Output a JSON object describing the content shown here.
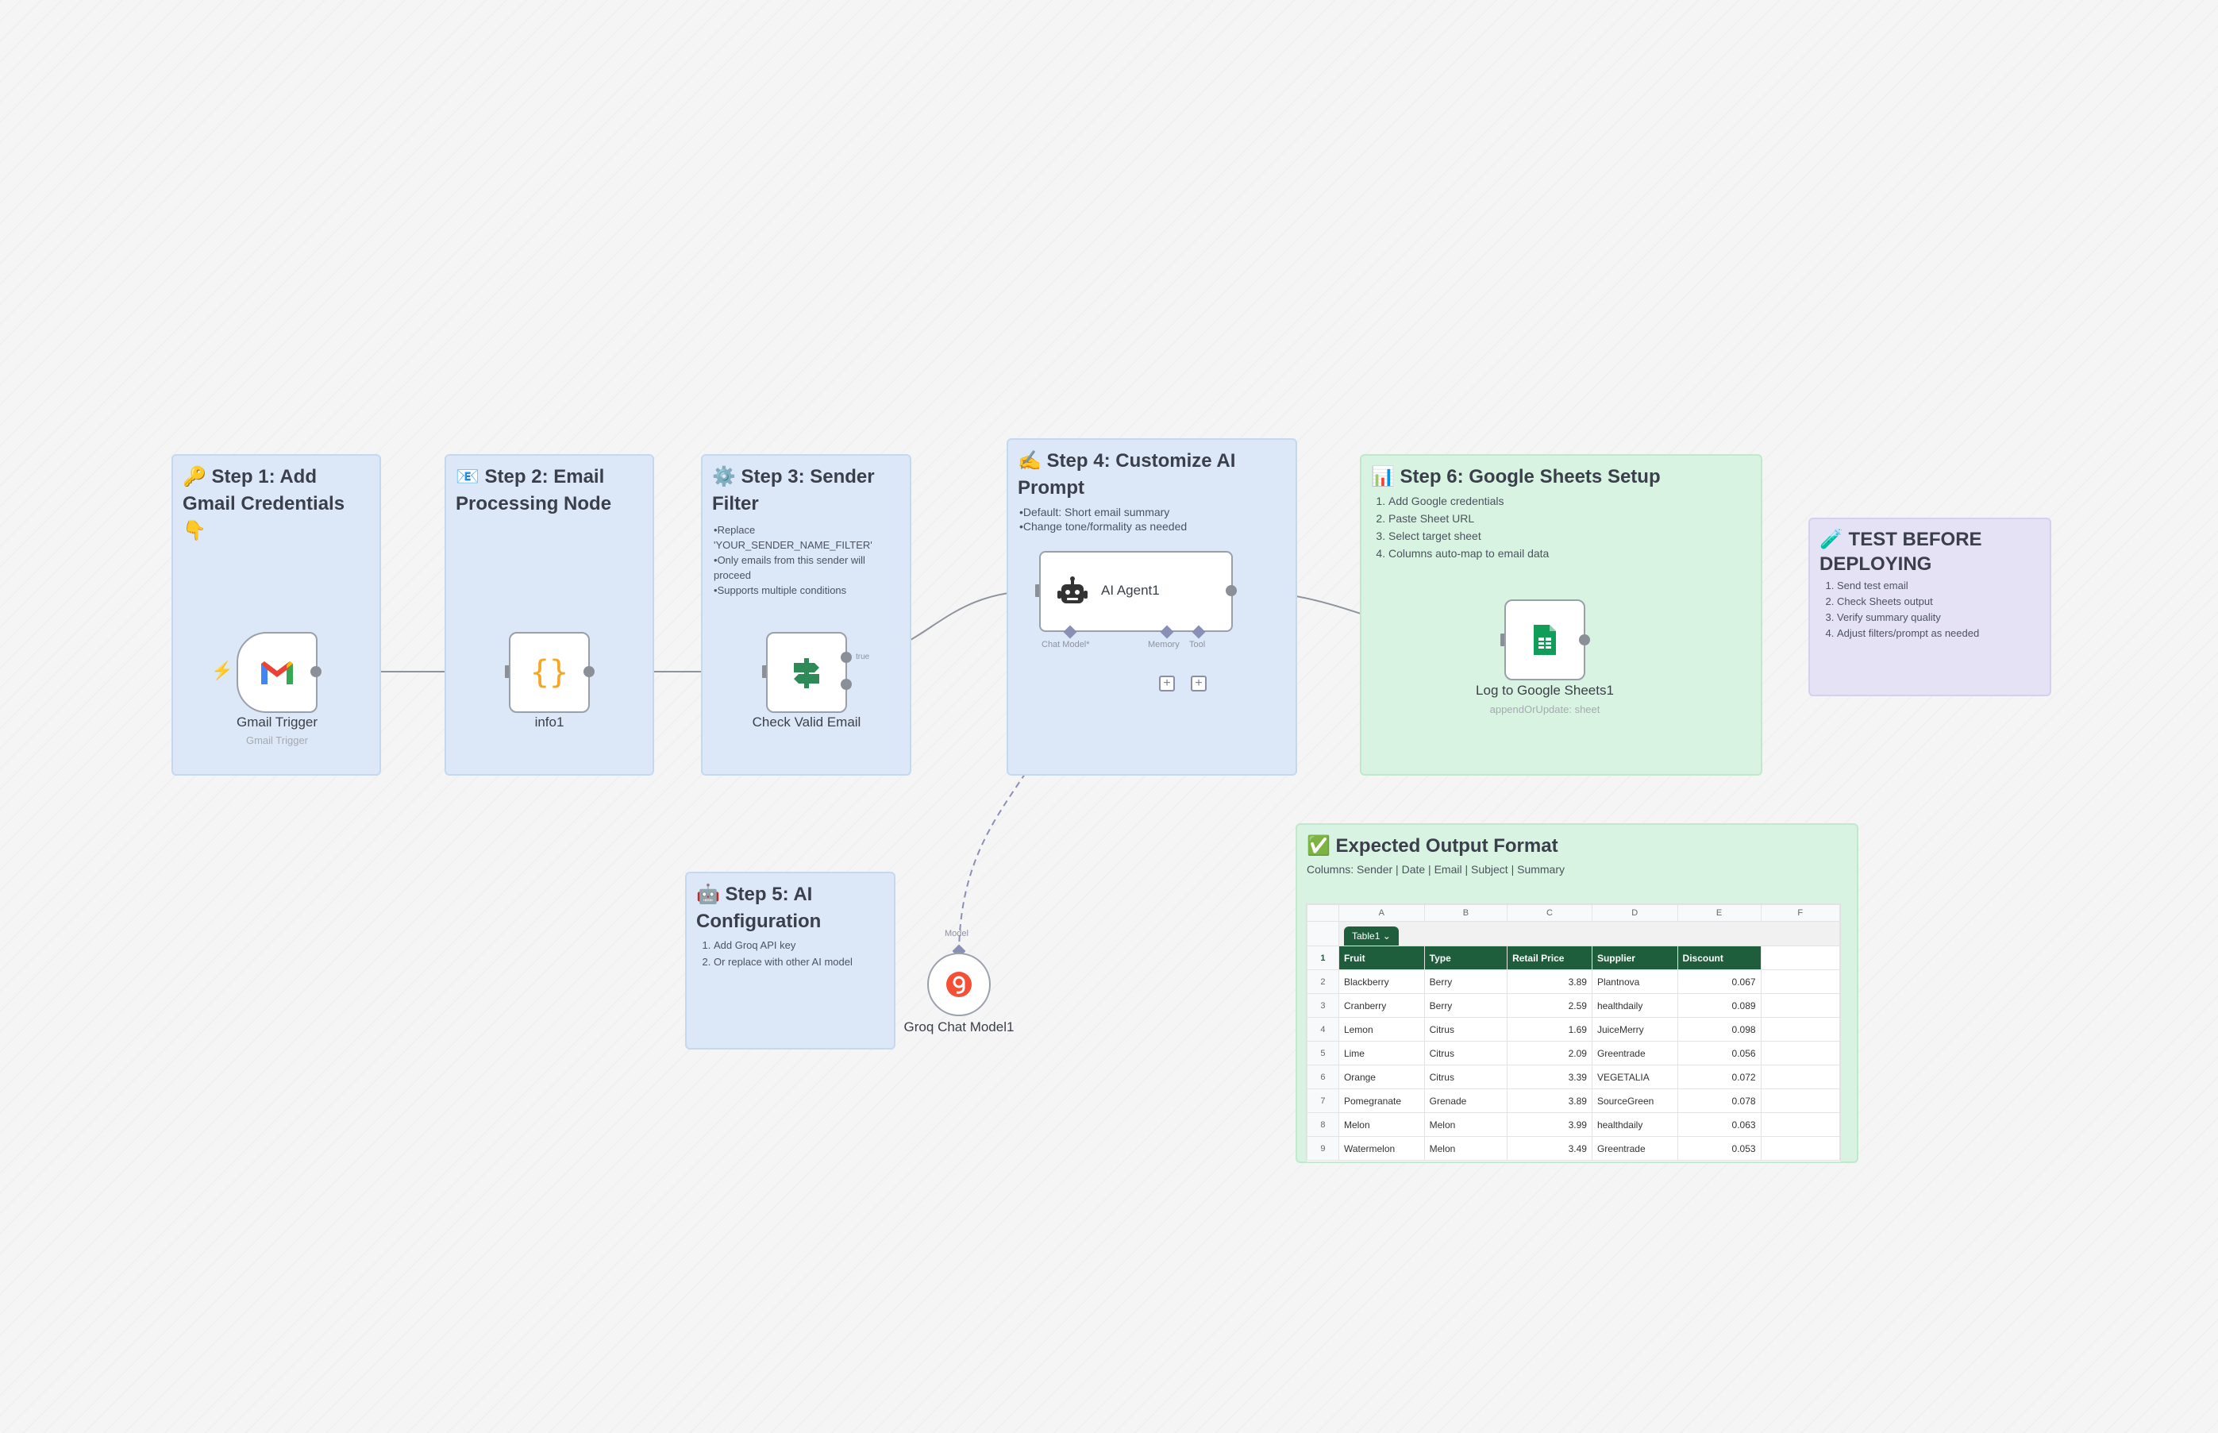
{
  "notes": {
    "step1": {
      "title": "🔑 Step 1: Add Gmail Credentials 👇"
    },
    "step2": {
      "title": "📧 Step 2: Email Processing Node"
    },
    "step3": {
      "title": "⚙️ Step 3: Sender Filter",
      "items": [
        "Replace 'YOUR_SENDER_NAME_FILTER'",
        "Only emails from this sender will proceed",
        "Supports multiple conditions"
      ]
    },
    "step4": {
      "title": "✍️ Step 4: Customize AI Prompt",
      "items": [
        "Default: Short email summary",
        "Change tone/formality as needed"
      ]
    },
    "step5": {
      "title": "🤖 Step 5: AI Configuration",
      "items": [
        "Add Groq API key",
        "Or replace with other AI model"
      ]
    },
    "step6": {
      "title": "📊 Step 6: Google Sheets Setup",
      "items": [
        "Add Google credentials",
        "Paste Sheet URL",
        "Select target sheet",
        "Columns auto-map to email data"
      ]
    },
    "test": {
      "title": "🧪 TEST BEFORE DEPLOYING",
      "items": [
        "Send test email",
        "Check Sheets output",
        "Verify summary quality",
        "Adjust filters/prompt as needed"
      ]
    },
    "output": {
      "title": "✅ Expected Output Format",
      "subtitle": "Columns: Sender | Date | Email | Subject | Summary"
    }
  },
  "nodes": {
    "gmail": {
      "label": "Gmail Trigger",
      "sub": "Gmail Trigger"
    },
    "info": {
      "label": "info1"
    },
    "check": {
      "label": "Check Valid Email",
      "true_label": "true"
    },
    "agent": {
      "label": "AI Agent1",
      "chat_model": "Chat Model*",
      "memory": "Memory",
      "tool": "Tool"
    },
    "groq": {
      "label": "Groq Chat Model1",
      "model": "Model"
    },
    "sheets": {
      "label": "Log to Google Sheets1",
      "sub": "appendOrUpdate: sheet"
    }
  },
  "sheet": {
    "columns": [
      "A",
      "B",
      "C",
      "D",
      "E",
      "F"
    ],
    "table_name": "Table1",
    "headers": [
      "Fruit",
      "Type",
      "Retail Price",
      "Supplier",
      "Discount"
    ],
    "rows": [
      {
        "n": "2",
        "cells": [
          "Blackberry",
          "Berry",
          "3.89",
          "Plantnova",
          "0.067"
        ]
      },
      {
        "n": "3",
        "cells": [
          "Cranberry",
          "Berry",
          "2.59",
          "healthdaily",
          "0.089"
        ]
      },
      {
        "n": "4",
        "cells": [
          "Lemon",
          "Citrus",
          "1.69",
          "JuiceMerry",
          "0.098"
        ]
      },
      {
        "n": "5",
        "cells": [
          "Lime",
          "Citrus",
          "2.09",
          "Greentrade",
          "0.056"
        ]
      },
      {
        "n": "6",
        "cells": [
          "Orange",
          "Citrus",
          "3.39",
          "VEGETALIA",
          "0.072"
        ]
      },
      {
        "n": "7",
        "cells": [
          "Pomegranate",
          "Grenade",
          "3.89",
          "SourceGreen",
          "0.078"
        ]
      },
      {
        "n": "8",
        "cells": [
          "Melon",
          "Melon",
          "3.99",
          "healthdaily",
          "0.063"
        ]
      },
      {
        "n": "9",
        "cells": [
          "Watermelon",
          "Melon",
          "3.49",
          "Greentrade",
          "0.053"
        ]
      }
    ]
  },
  "colors": {
    "accent_green": "#1e5e3c",
    "note_blue": "#dce8f7",
    "note_green": "#d8f3e1",
    "note_purple": "#e6e2f5",
    "groq_orange": "#f55036"
  }
}
